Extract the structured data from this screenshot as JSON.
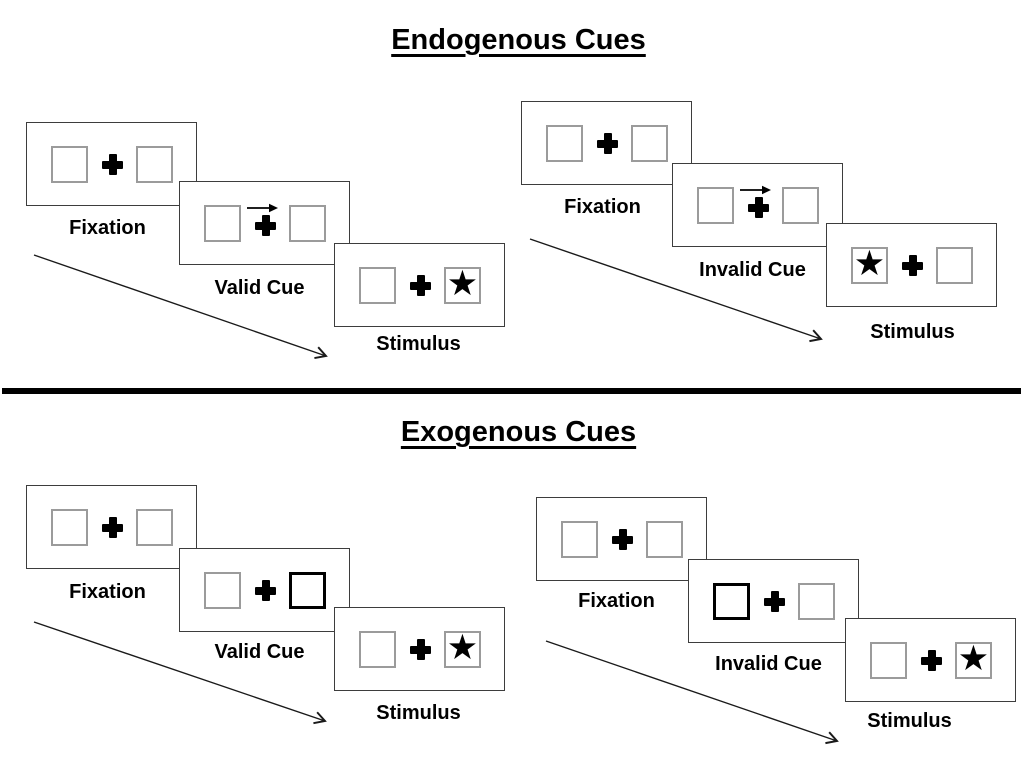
{
  "colors": {
    "ink": "#000000",
    "panel_border": "#3d3d3d",
    "box_border": "#9b9b9b",
    "highlight_border": "#000000",
    "divider": "#000000"
  },
  "glyphs": {
    "star": "★"
  },
  "sections": {
    "endogenous": {
      "title": "Endogenous Cues",
      "valid": {
        "fixation_label": "Fixation",
        "cue_label": "Valid Cue",
        "stimulus_label": "Stimulus",
        "cue": "arrow-right-above-fixation-cross",
        "star_side": "right"
      },
      "invalid": {
        "fixation_label": "Fixation",
        "cue_label": "Invalid Cue",
        "stimulus_label": "Stimulus",
        "cue": "arrow-right-above-fixation-cross",
        "star_side": "left"
      }
    },
    "exogenous": {
      "title": "Exogenous Cues",
      "valid": {
        "fixation_label": "Fixation",
        "cue_label": "Valid Cue",
        "stimulus_label": "Stimulus",
        "cue": "highlighted-box-right",
        "star_side": "right"
      },
      "invalid": {
        "fixation_label": "Fixation",
        "cue_label": "Invalid Cue",
        "stimulus_label": "Stimulus",
        "cue": "highlighted-box-left",
        "star_side": "right"
      }
    }
  }
}
